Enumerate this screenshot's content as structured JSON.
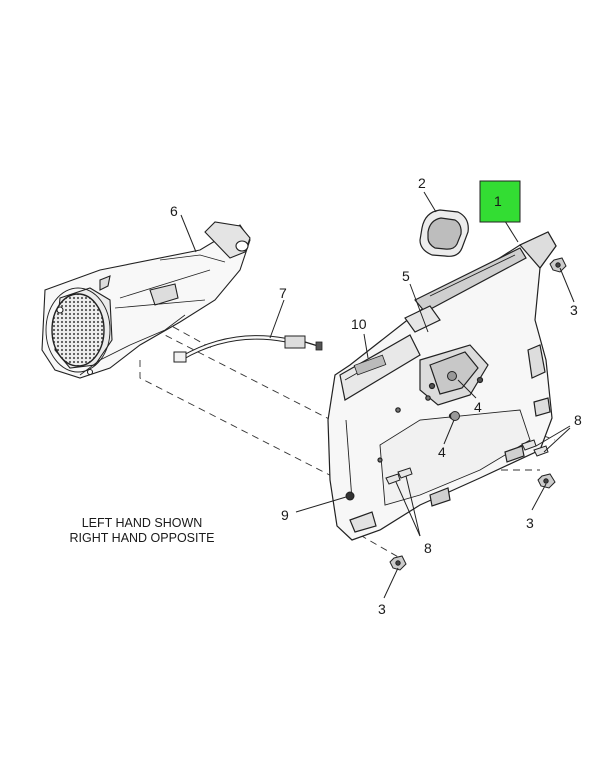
{
  "diagram": {
    "note_lines": [
      "LEFT HAND SHOWN",
      "RIGHT HAND OPPOSITE"
    ],
    "highlight_color": "#33dd33",
    "callouts": {
      "c1": "1",
      "c2": "2",
      "c3a": "3",
      "c3b": "3",
      "c3c": "3",
      "c4a": "4",
      "c4b": "4",
      "c5": "5",
      "c6": "6",
      "c7": "7",
      "c8a": "8",
      "c8b": "8",
      "c9": "9",
      "c10": "10"
    }
  }
}
